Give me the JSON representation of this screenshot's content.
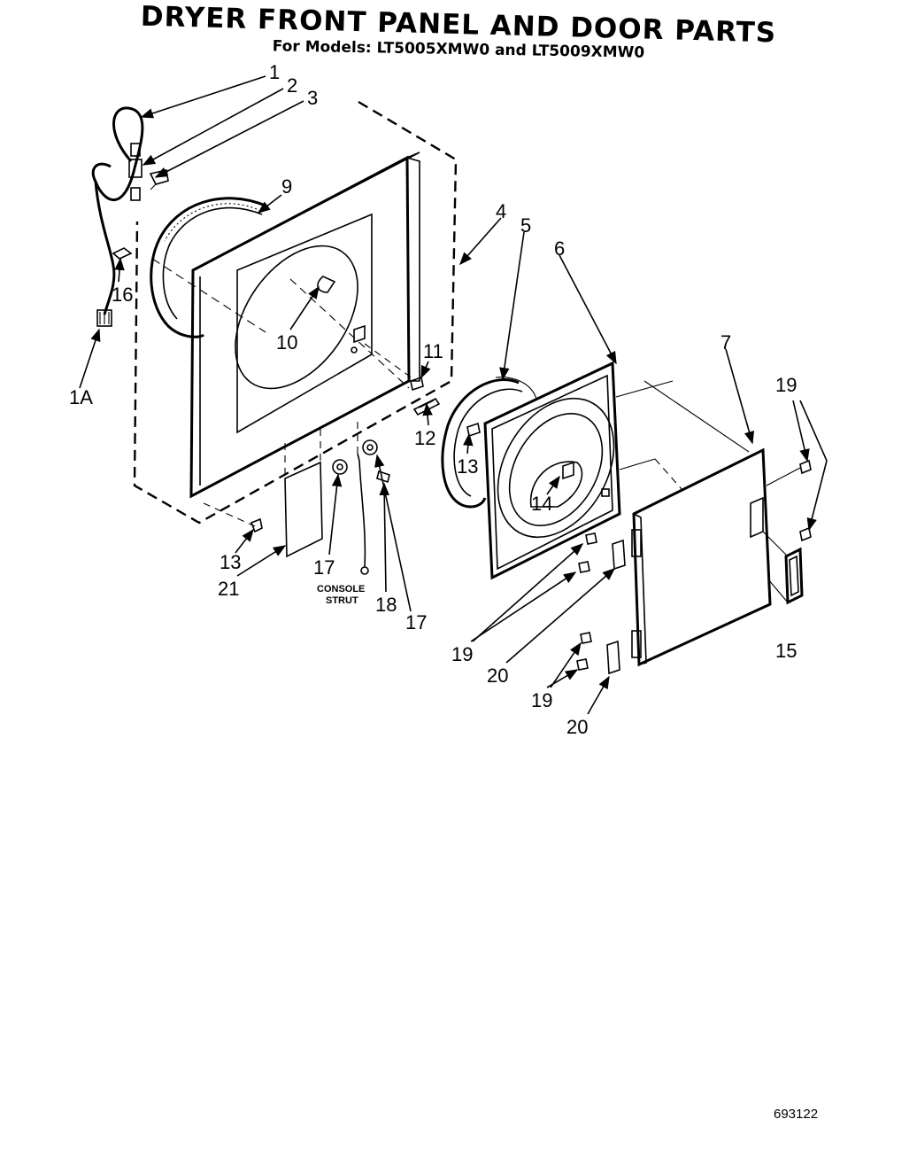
{
  "title": "DRYER FRONT PANEL AND DOOR PARTS",
  "subtitle": "For Models: LT5005XMW0 and LT5009XMW0",
  "figure_number": "693122",
  "callouts": {
    "c1": "1",
    "c2": "2",
    "c3": "3",
    "c4": "4",
    "c5": "5",
    "c6": "6",
    "c7": "7",
    "c9": "9",
    "c10": "10",
    "c11": "11",
    "c12": "12",
    "c13a": "13",
    "c13b": "13",
    "c14": "14",
    "c15": "15",
    "c16": "16",
    "c17a": "17",
    "c17b": "17",
    "c18": "18",
    "c19a": "19",
    "c19b": "19",
    "c19c": "19",
    "c20a": "20",
    "c20b": "20",
    "c21": "21",
    "c1a": "1A"
  },
  "labels": {
    "console": "CONSOLE",
    "strut": "STRUT"
  }
}
